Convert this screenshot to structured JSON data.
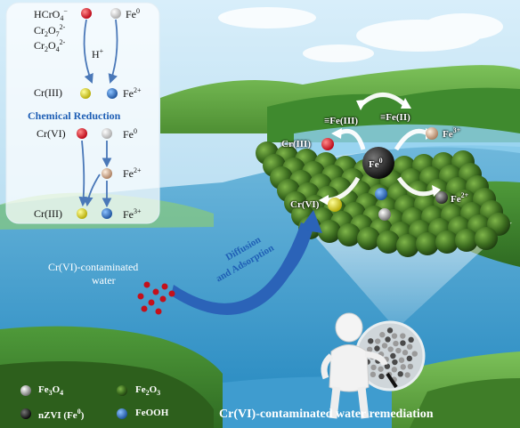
{
  "panel": {
    "hcro4": "HCrO4-",
    "cr2o7": "Cr2O72-",
    "cr2o4": "Cr2O42-",
    "fe0_top": "Fe0",
    "h_plus": "H+",
    "cr3_mid": "Cr(III)",
    "fe2_mid": "Fe2+",
    "title": "Chemical Reduction",
    "cr6": "Cr(VI)",
    "fe0_b": "Fe0",
    "fe2_b": "Fe2+",
    "cr3_b": "Cr(III)",
    "fe3_b": "Fe3+"
  },
  "particle": {
    "fe3_surf": "≡Fe(III)",
    "fe2_surf": "≡Fe(II)",
    "cr3": "Cr(III)",
    "fe3": "Fe3+",
    "fe0": "Fe0",
    "cr6": "Cr(VI)",
    "fe2": "Fe2+"
  },
  "flow": {
    "water_label_1": "Cr(VI)-contaminated",
    "water_label_2": "water",
    "arrow_label_1": "Diffusion",
    "arrow_label_2": "and Adsorption"
  },
  "legend": {
    "fe3o4": "Fe3O4",
    "fe2o3": "Fe2O3",
    "nzvi": "nZVI (Fe0)",
    "feooh": "FeOOH"
  },
  "caption": "Cr(VI)-contaminated water remediation",
  "colors": {
    "cr6_ball": "#d8111a",
    "fe0_ball": "#e8e8e8",
    "cr3_ball": "#e7e21a",
    "fe2_ball": "#2f6fbf",
    "fe3_ball": "#d9b89a",
    "title_blue": "#1f5fb5",
    "green_sphere": "#3b6b1f"
  }
}
